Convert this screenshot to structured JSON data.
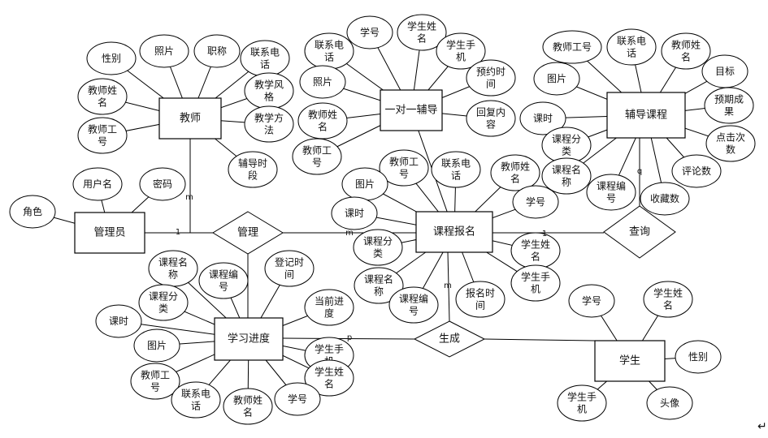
{
  "entities": [
    {
      "id": "teacher",
      "label": "教师"
    },
    {
      "id": "tutoring",
      "label": "一对一辅导"
    },
    {
      "id": "course",
      "label": "辅导课程"
    },
    {
      "id": "admin",
      "label": "管理员"
    },
    {
      "id": "enroll",
      "label": "课程报名"
    },
    {
      "id": "progress",
      "label": "学习进度"
    },
    {
      "id": "student",
      "label": "学生"
    }
  ],
  "relationships": [
    {
      "id": "manage",
      "label": "管理"
    },
    {
      "id": "query",
      "label": "查询"
    },
    {
      "id": "generate",
      "label": "生成"
    }
  ],
  "attributes": [
    {
      "id": "t_gender",
      "owner": "teacher",
      "lines": [
        "性别"
      ]
    },
    {
      "id": "t_photo",
      "owner": "teacher",
      "lines": [
        "照片"
      ]
    },
    {
      "id": "t_title",
      "owner": "teacher",
      "lines": [
        "职称"
      ]
    },
    {
      "id": "t_phone",
      "owner": "teacher",
      "lines": [
        "联系电",
        "话"
      ]
    },
    {
      "id": "t_style",
      "owner": "teacher",
      "lines": [
        "教学风",
        "格"
      ]
    },
    {
      "id": "t_method",
      "owner": "teacher",
      "lines": [
        "教学方",
        "法"
      ]
    },
    {
      "id": "t_period",
      "owner": "teacher",
      "lines": [
        "辅导时",
        "段"
      ]
    },
    {
      "id": "t_name",
      "owner": "teacher",
      "lines": [
        "教师姓",
        "名"
      ]
    },
    {
      "id": "t_no",
      "owner": "teacher",
      "lines": [
        "教师工",
        "号"
      ]
    },
    {
      "id": "u_phone",
      "owner": "tutoring",
      "lines": [
        "联系电",
        "话"
      ]
    },
    {
      "id": "u_sno",
      "owner": "tutoring",
      "lines": [
        "学号"
      ]
    },
    {
      "id": "u_sname",
      "owner": "tutoring",
      "lines": [
        "学生姓",
        "名"
      ]
    },
    {
      "id": "u_smobile",
      "owner": "tutoring",
      "lines": [
        "学生手",
        "机"
      ]
    },
    {
      "id": "u_booktime",
      "owner": "tutoring",
      "lines": [
        "预约时",
        "间"
      ]
    },
    {
      "id": "u_photo",
      "owner": "tutoring",
      "lines": [
        "照片"
      ]
    },
    {
      "id": "u_reply",
      "owner": "tutoring",
      "lines": [
        "回复内",
        "容"
      ]
    },
    {
      "id": "u_tname",
      "owner": "tutoring",
      "lines": [
        "教师姓",
        "名"
      ]
    },
    {
      "id": "u_tno",
      "owner": "tutoring",
      "lines": [
        "教师工",
        "号"
      ]
    },
    {
      "id": "c_tno",
      "owner": "course",
      "lines": [
        "教师工号"
      ]
    },
    {
      "id": "c_phone",
      "owner": "course",
      "lines": [
        "联系电",
        "话"
      ]
    },
    {
      "id": "c_tname",
      "owner": "course",
      "lines": [
        "教师姓",
        "名"
      ]
    },
    {
      "id": "c_goal",
      "owner": "course",
      "lines": [
        "目标"
      ]
    },
    {
      "id": "c_pic",
      "owner": "course",
      "lines": [
        "图片"
      ]
    },
    {
      "id": "c_result",
      "owner": "course",
      "lines": [
        "预期成",
        "果"
      ]
    },
    {
      "id": "c_hours",
      "owner": "course",
      "lines": [
        "课时"
      ]
    },
    {
      "id": "c_clicks",
      "owner": "course",
      "lines": [
        "点击次",
        "数"
      ]
    },
    {
      "id": "c_cat",
      "owner": "course",
      "lines": [
        "课程分",
        "类"
      ]
    },
    {
      "id": "c_cname",
      "owner": "course",
      "lines": [
        "课程名",
        "称"
      ]
    },
    {
      "id": "c_cno",
      "owner": "course",
      "lines": [
        "课程编",
        "号"
      ]
    },
    {
      "id": "c_favs",
      "owner": "course",
      "lines": [
        "收藏数"
      ]
    },
    {
      "id": "c_reviews",
      "owner": "course",
      "lines": [
        "评论数"
      ]
    },
    {
      "id": "a_user",
      "owner": "admin",
      "lines": [
        "用户名"
      ]
    },
    {
      "id": "a_pwd",
      "owner": "admin",
      "lines": [
        "密码"
      ]
    },
    {
      "id": "a_role",
      "owner": "admin",
      "lines": [
        "角色"
      ]
    },
    {
      "id": "e_tno",
      "owner": "enroll",
      "lines": [
        "教师工",
        "号"
      ]
    },
    {
      "id": "e_phone",
      "owner": "enroll",
      "lines": [
        "联系电",
        "话"
      ]
    },
    {
      "id": "e_pic",
      "owner": "enroll",
      "lines": [
        "图片"
      ]
    },
    {
      "id": "e_tname",
      "owner": "enroll",
      "lines": [
        "教师姓",
        "名"
      ]
    },
    {
      "id": "e_hours",
      "owner": "enroll",
      "lines": [
        "课时"
      ]
    },
    {
      "id": "e_sno",
      "owner": "enroll",
      "lines": [
        "学号"
      ]
    },
    {
      "id": "e_cat",
      "owner": "enroll",
      "lines": [
        "课程分",
        "类"
      ]
    },
    {
      "id": "e_sname",
      "owner": "enroll",
      "lines": [
        "学生姓",
        "名"
      ]
    },
    {
      "id": "e_smobile",
      "owner": "enroll",
      "lines": [
        "学生手",
        "机"
      ]
    },
    {
      "id": "e_cname",
      "owner": "enroll",
      "lines": [
        "课程名",
        "称"
      ]
    },
    {
      "id": "e_cno",
      "owner": "enroll",
      "lines": [
        "课程编",
        "号"
      ]
    },
    {
      "id": "e_time",
      "owner": "enroll",
      "lines": [
        "报名时",
        "间"
      ]
    },
    {
      "id": "p_cname",
      "owner": "progress",
      "lines": [
        "课程名",
        "称"
      ]
    },
    {
      "id": "p_cno",
      "owner": "progress",
      "lines": [
        "课程编",
        "号"
      ]
    },
    {
      "id": "p_logtime",
      "owner": "progress",
      "lines": [
        "登记时",
        "间"
      ]
    },
    {
      "id": "p_cat",
      "owner": "progress",
      "lines": [
        "课程分",
        "类"
      ]
    },
    {
      "id": "p_current",
      "owner": "progress",
      "lines": [
        "当前进",
        "度"
      ]
    },
    {
      "id": "p_hours",
      "owner": "progress",
      "lines": [
        "课时"
      ]
    },
    {
      "id": "p_pic",
      "owner": "progress",
      "lines": [
        "图片"
      ]
    },
    {
      "id": "p_smobile",
      "owner": "progress",
      "lines": [
        "学生手",
        "机"
      ]
    },
    {
      "id": "p_sname",
      "owner": "progress",
      "lines": [
        "学生姓",
        "名"
      ]
    },
    {
      "id": "p_tno",
      "owner": "progress",
      "lines": [
        "教师工",
        "号"
      ]
    },
    {
      "id": "p_phone",
      "owner": "progress",
      "lines": [
        "联系电",
        "话"
      ]
    },
    {
      "id": "p_tname",
      "owner": "progress",
      "lines": [
        "教师姓",
        "名"
      ]
    },
    {
      "id": "p_sno",
      "owner": "progress",
      "lines": [
        "学号"
      ]
    },
    {
      "id": "s_sno",
      "owner": "student",
      "lines": [
        "学号"
      ]
    },
    {
      "id": "s_sname",
      "owner": "student",
      "lines": [
        "学生姓",
        "名"
      ]
    },
    {
      "id": "s_gender",
      "owner": "student",
      "lines": [
        "性别"
      ]
    },
    {
      "id": "s_mobile",
      "owner": "student",
      "lines": [
        "学生手",
        "机"
      ]
    },
    {
      "id": "s_avatar",
      "owner": "student",
      "lines": [
        "头像"
      ]
    }
  ],
  "cardinalities": [
    {
      "id": "card_admin_1",
      "label": "1"
    },
    {
      "id": "card_admin_m",
      "label": "m"
    },
    {
      "id": "card_manage_m",
      "label": "m"
    },
    {
      "id": "card_query_1",
      "label": "1"
    },
    {
      "id": "card_query_q",
      "label": "q"
    },
    {
      "id": "card_gen_m",
      "label": "m"
    },
    {
      "id": "card_gen_p",
      "label": "p"
    }
  ],
  "page_marker": "↵"
}
